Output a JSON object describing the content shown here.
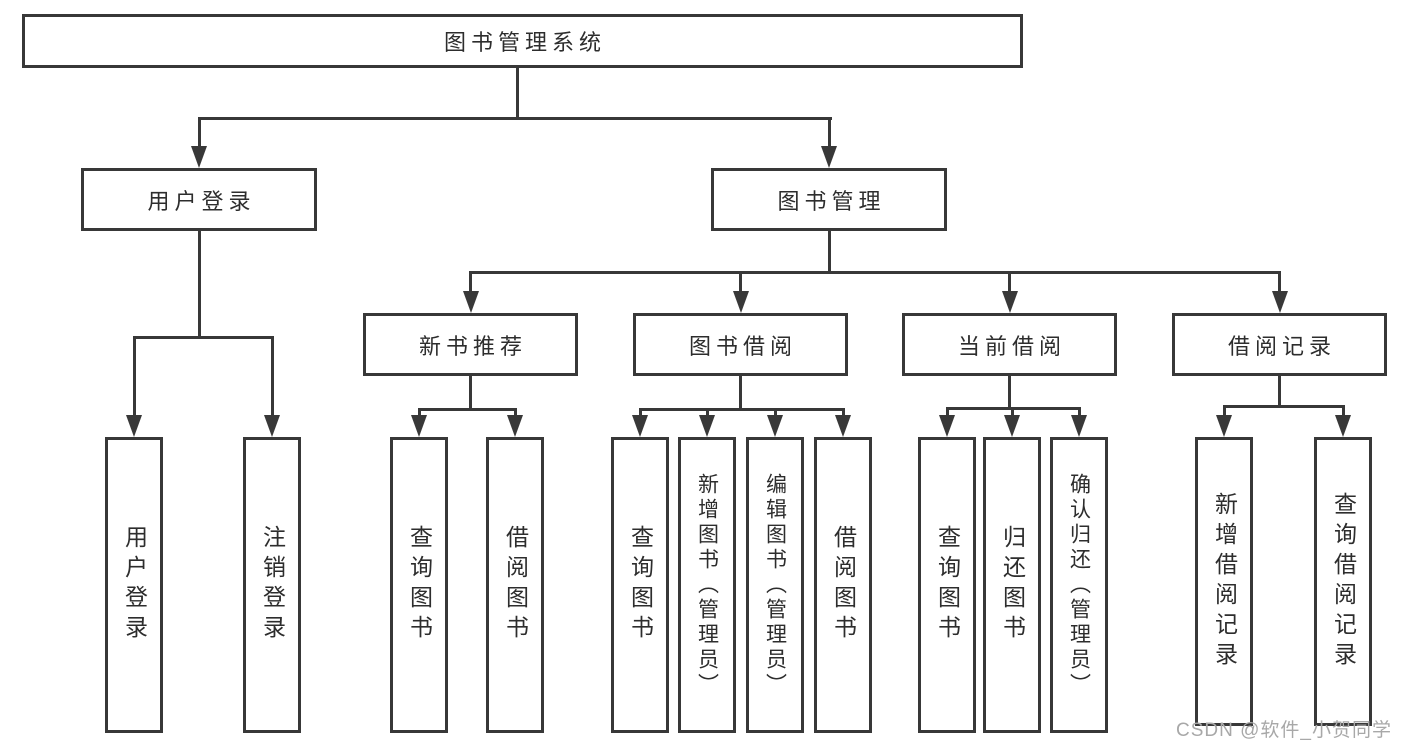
{
  "colors": {
    "line": "#383838",
    "text": "#2d2d2d",
    "watermark": "#a8a8a8",
    "background": "#ffffff"
  },
  "watermark": {
    "text": "CSDN @软件_小贺同学"
  },
  "tree": {
    "root": {
      "label": "图书管理系统"
    },
    "level2": [
      {
        "label": "用户登录"
      },
      {
        "label": "图书管理"
      }
    ],
    "level3": [
      {
        "label": "新书推荐"
      },
      {
        "label": "图书借阅"
      },
      {
        "label": "当前借阅"
      },
      {
        "label": "借阅记录"
      }
    ],
    "leaves": {
      "user_login": [
        {
          "label": "用户登录"
        },
        {
          "label": "注销登录"
        }
      ],
      "new_book_recommend": [
        {
          "label": "查询图书"
        },
        {
          "label": "借阅图书"
        }
      ],
      "book_borrow": [
        {
          "label": "查询图书"
        },
        {
          "label": "新增图书（管理员）"
        },
        {
          "label": "编辑图书（管理员）"
        },
        {
          "label": "借阅图书"
        }
      ],
      "current_borrow": [
        {
          "label": "查询图书"
        },
        {
          "label": "归还图书"
        },
        {
          "label": "确认归还（管理员）"
        }
      ],
      "borrow_record": [
        {
          "label": "新增借阅记录"
        },
        {
          "label": "查询借阅记录"
        }
      ]
    }
  }
}
